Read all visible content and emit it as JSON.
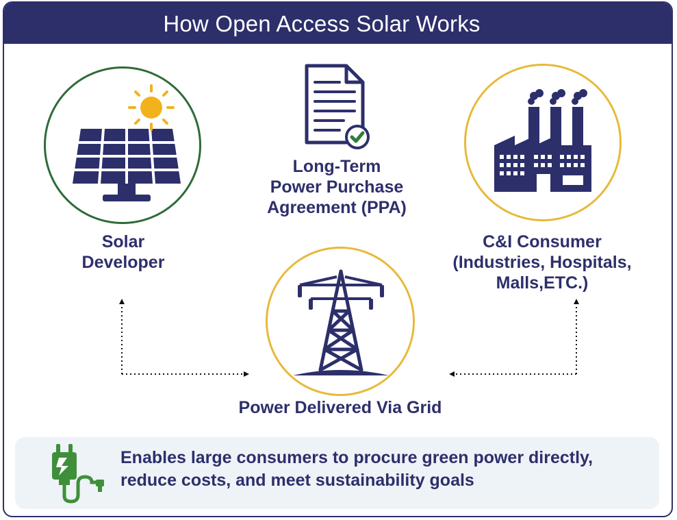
{
  "header": {
    "title": "How Open Access Solar Works"
  },
  "nodes": {
    "solar_developer": {
      "line1": "Solar",
      "line2": "Developer"
    },
    "ppa": {
      "line1": "Long-Term",
      "line2": "Power Purchase",
      "line3": "Agreement (PPA)"
    },
    "consumer": {
      "line1": "C&I Consumer",
      "line2": "(Industries, Hospitals,",
      "line3": "Malls,ETC.)"
    },
    "grid": {
      "label": "Power Delivered Via Grid"
    }
  },
  "banner": {
    "line1": "Enables large consumers to procure green power directly,",
    "line2": "reduce costs, and meet sustainability goals"
  },
  "icons": {
    "solar": "solar-panel-icon",
    "sun": "sun-icon",
    "document": "contract-document-icon",
    "check": "check-badge-icon",
    "factory": "factory-icon",
    "tower": "transmission-tower-icon",
    "plug": "green-plug-icon"
  },
  "colors": {
    "navy": "#2d2f6b",
    "green_circle": "#2e6b3a",
    "gold_circle": "#e8b93a",
    "sun": "#f2b21c",
    "check": "#2e7d3a",
    "plug": "#3f8f3a"
  }
}
